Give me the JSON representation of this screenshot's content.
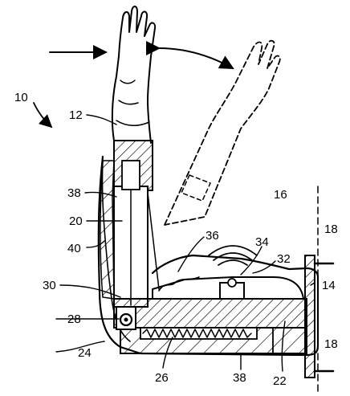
{
  "figure": {
    "labels": {
      "l10": "10",
      "l12": "12",
      "l16": "16",
      "l18a": "18",
      "l18b": "18",
      "l14": "14",
      "l38a": "38",
      "l20": "20",
      "l40": "40",
      "l36": "36",
      "l34": "34",
      "l32": "32",
      "l30": "30",
      "l28": "28",
      "l24": "24",
      "l26": "26",
      "l38b": "38",
      "l22": "22"
    }
  }
}
